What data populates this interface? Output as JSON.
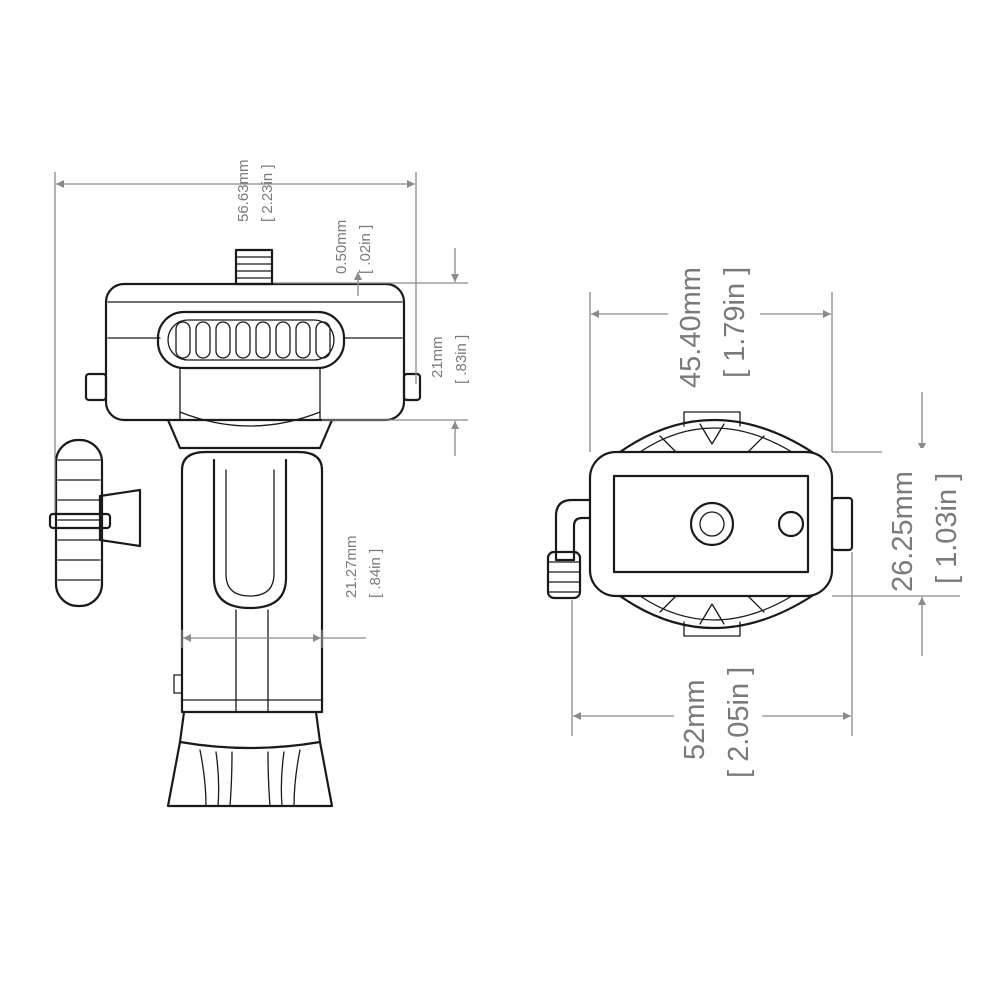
{
  "dimensions": {
    "side_width": {
      "mm": "56.63mm",
      "in": "[ 2.23in ]"
    },
    "thread_offset": {
      "mm": "0.50mm",
      "in": "[ .02in ]"
    },
    "plate_height": {
      "mm": "21mm",
      "in": "[ .83in ]"
    },
    "neck_width": {
      "mm": "21.27mm",
      "in": "[ .84in ]"
    },
    "top_width": {
      "mm": "45.40mm",
      "in": "[ 1.79in ]"
    },
    "top_depth": {
      "mm": "26.25mm",
      "in": "[ 1.03in ]"
    },
    "overall_width": {
      "mm": "52mm",
      "in": "[ 2.05in ]"
    }
  }
}
